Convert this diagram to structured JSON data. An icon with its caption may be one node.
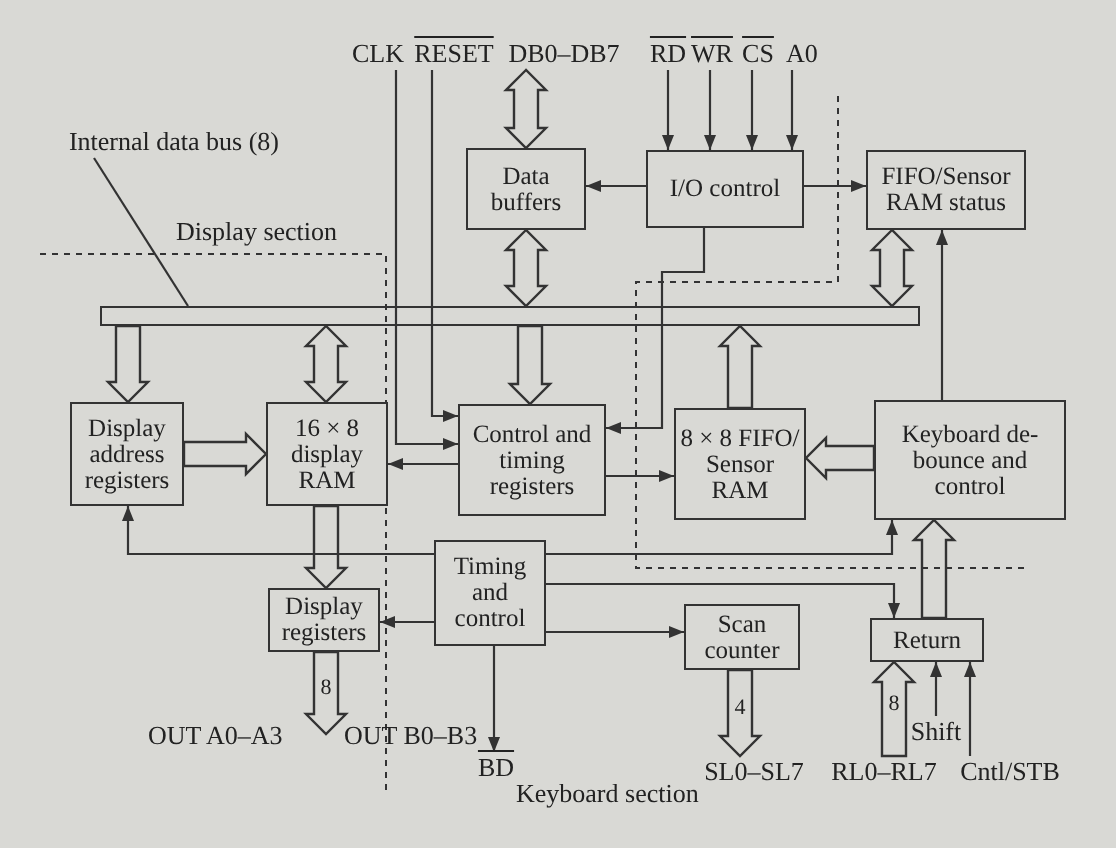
{
  "diagram": {
    "nodes": [
      {
        "text": [
          "CLK"
        ]
      },
      {
        "text": [
          "RESET"
        ]
      },
      {
        "text": [
          "DB0–DB7"
        ]
      },
      {
        "text": [
          "RD"
        ]
      },
      {
        "text": [
          "WR"
        ]
      },
      {
        "text": [
          "CS"
        ]
      },
      {
        "text": [
          "A0"
        ]
      },
      {
        "text": [
          "Internal data bus (8)"
        ]
      },
      {
        "text": [
          "Data buffers"
        ]
      },
      {
        "text": [
          "I/O control"
        ]
      },
      {
        "text": [
          "FIFO/Sensor RAM status"
        ]
      },
      {
        "text": [],
        "shape": "bar"
      },
      {
        "text": [
          "Display address registers"
        ]
      },
      {
        "text": [
          "16 × 8 display RAM"
        ]
      },
      {
        "text": [
          "Control and timing registers"
        ]
      },
      {
        "text": [
          "8 × 8 FIFO/ Sensor RAM"
        ]
      },
      {
        "text": [
          "Keyboard de-bounce and control"
        ]
      },
      {
        "text": [
          "Timing and control"
        ]
      },
      {
        "text": [
          "Display registers"
        ]
      },
      {
        "text": [
          "Scan counter"
        ]
      },
      {
        "text": [
          "Return"
        ]
      },
      {
        "text": [
          "BD"
        ]
      },
      {
        "text": [
          "SL0–SL7"
        ]
      },
      {
        "text": [
          "RL0–RL7"
        ]
      },
      {
        "text": [
          "Shift"
        ]
      },
      {
        "text": [
          "Cntl/STB"
        ]
      }
    ],
    "edges": [
      {
        "from": 2,
        "to": 8,
        "arrow": "both",
        "style": "thick"
      },
      {
        "from": 8,
        "to": 11,
        "arrow": "both",
        "style": "thick"
      },
      {
        "from": 9,
        "to": 8,
        "arrow": "to"
      },
      {
        "from": 9,
        "to": 10,
        "arrow": "to"
      },
      {
        "from": 3,
        "to": 9,
        "arrow": "to"
      },
      {
        "from": 4,
        "to": 9,
        "arrow": "to"
      },
      {
        "from": 5,
        "to": 9,
        "arrow": "to"
      },
      {
        "from": 6,
        "to": 9,
        "arrow": "to"
      },
      {
        "from": 10,
        "to": 11,
        "arrow": "both",
        "style": "thick"
      },
      {
        "from": 16,
        "to": 10,
        "arrow": "to"
      },
      {
        "from": 7,
        "to": 11,
        "arrow": "none"
      },
      {
        "from": 0,
        "to": 14,
        "arrow": "to"
      },
      {
        "from": 1,
        "to": 14,
        "arrow": "to"
      },
      {
        "from": 9,
        "to": 14,
        "arrow": "to"
      },
      {
        "from": 11,
        "to": 12,
        "arrow": "to",
        "style": "thick"
      },
      {
        "from": 11,
        "to": 13,
        "arrow": "both",
        "style": "thick"
      },
      {
        "from": 11,
        "to": 14,
        "arrow": "to",
        "style": "thick"
      },
      {
        "from": 15,
        "to": 11,
        "arrow": "to",
        "style": "thick"
      },
      {
        "from": 12,
        "to": 13,
        "arrow": "to",
        "style": "thick"
      },
      {
        "from": 14,
        "to": 13,
        "arrow": "to"
      },
      {
        "from": 14,
        "to": 15,
        "arrow": "to"
      },
      {
        "from": 16,
        "to": 15,
        "arrow": "to",
        "style": "thick"
      },
      {
        "from": 13,
        "to": 18,
        "arrow": "to",
        "style": "thick"
      },
      {
        "from": 17,
        "to": 12,
        "arrow": "to"
      },
      {
        "from": 17,
        "to": 16,
        "arrow": "to"
      },
      {
        "from": 17,
        "to": 20,
        "arrow": "to"
      },
      {
        "from": 17,
        "to": 18,
        "arrow": "to"
      },
      {
        "from": 17,
        "to": 19,
        "arrow": "to"
      },
      {
        "from": 17,
        "to": 21,
        "arrow": "to"
      },
      {
        "from": 18,
        "to": null,
        "arrow": "to",
        "style": "thick",
        "label": "8"
      },
      {
        "from": 19,
        "to": 22,
        "arrow": "to",
        "style": "thick",
        "label": "4"
      },
      {
        "from": 23,
        "to": 20,
        "arrow": "to",
        "style": "thick",
        "label": "8"
      },
      {
        "from": 24,
        "to": 20,
        "arrow": "to"
      },
      {
        "from": 25,
        "to": 20,
        "arrow": "to"
      },
      {
        "from": 20,
        "to": 16,
        "arrow": "to",
        "style": "thick"
      }
    ],
    "labels": [
      "Display section",
      "OUT A0–A3",
      "OUT B0–B3",
      "Keyboard section"
    ]
  }
}
